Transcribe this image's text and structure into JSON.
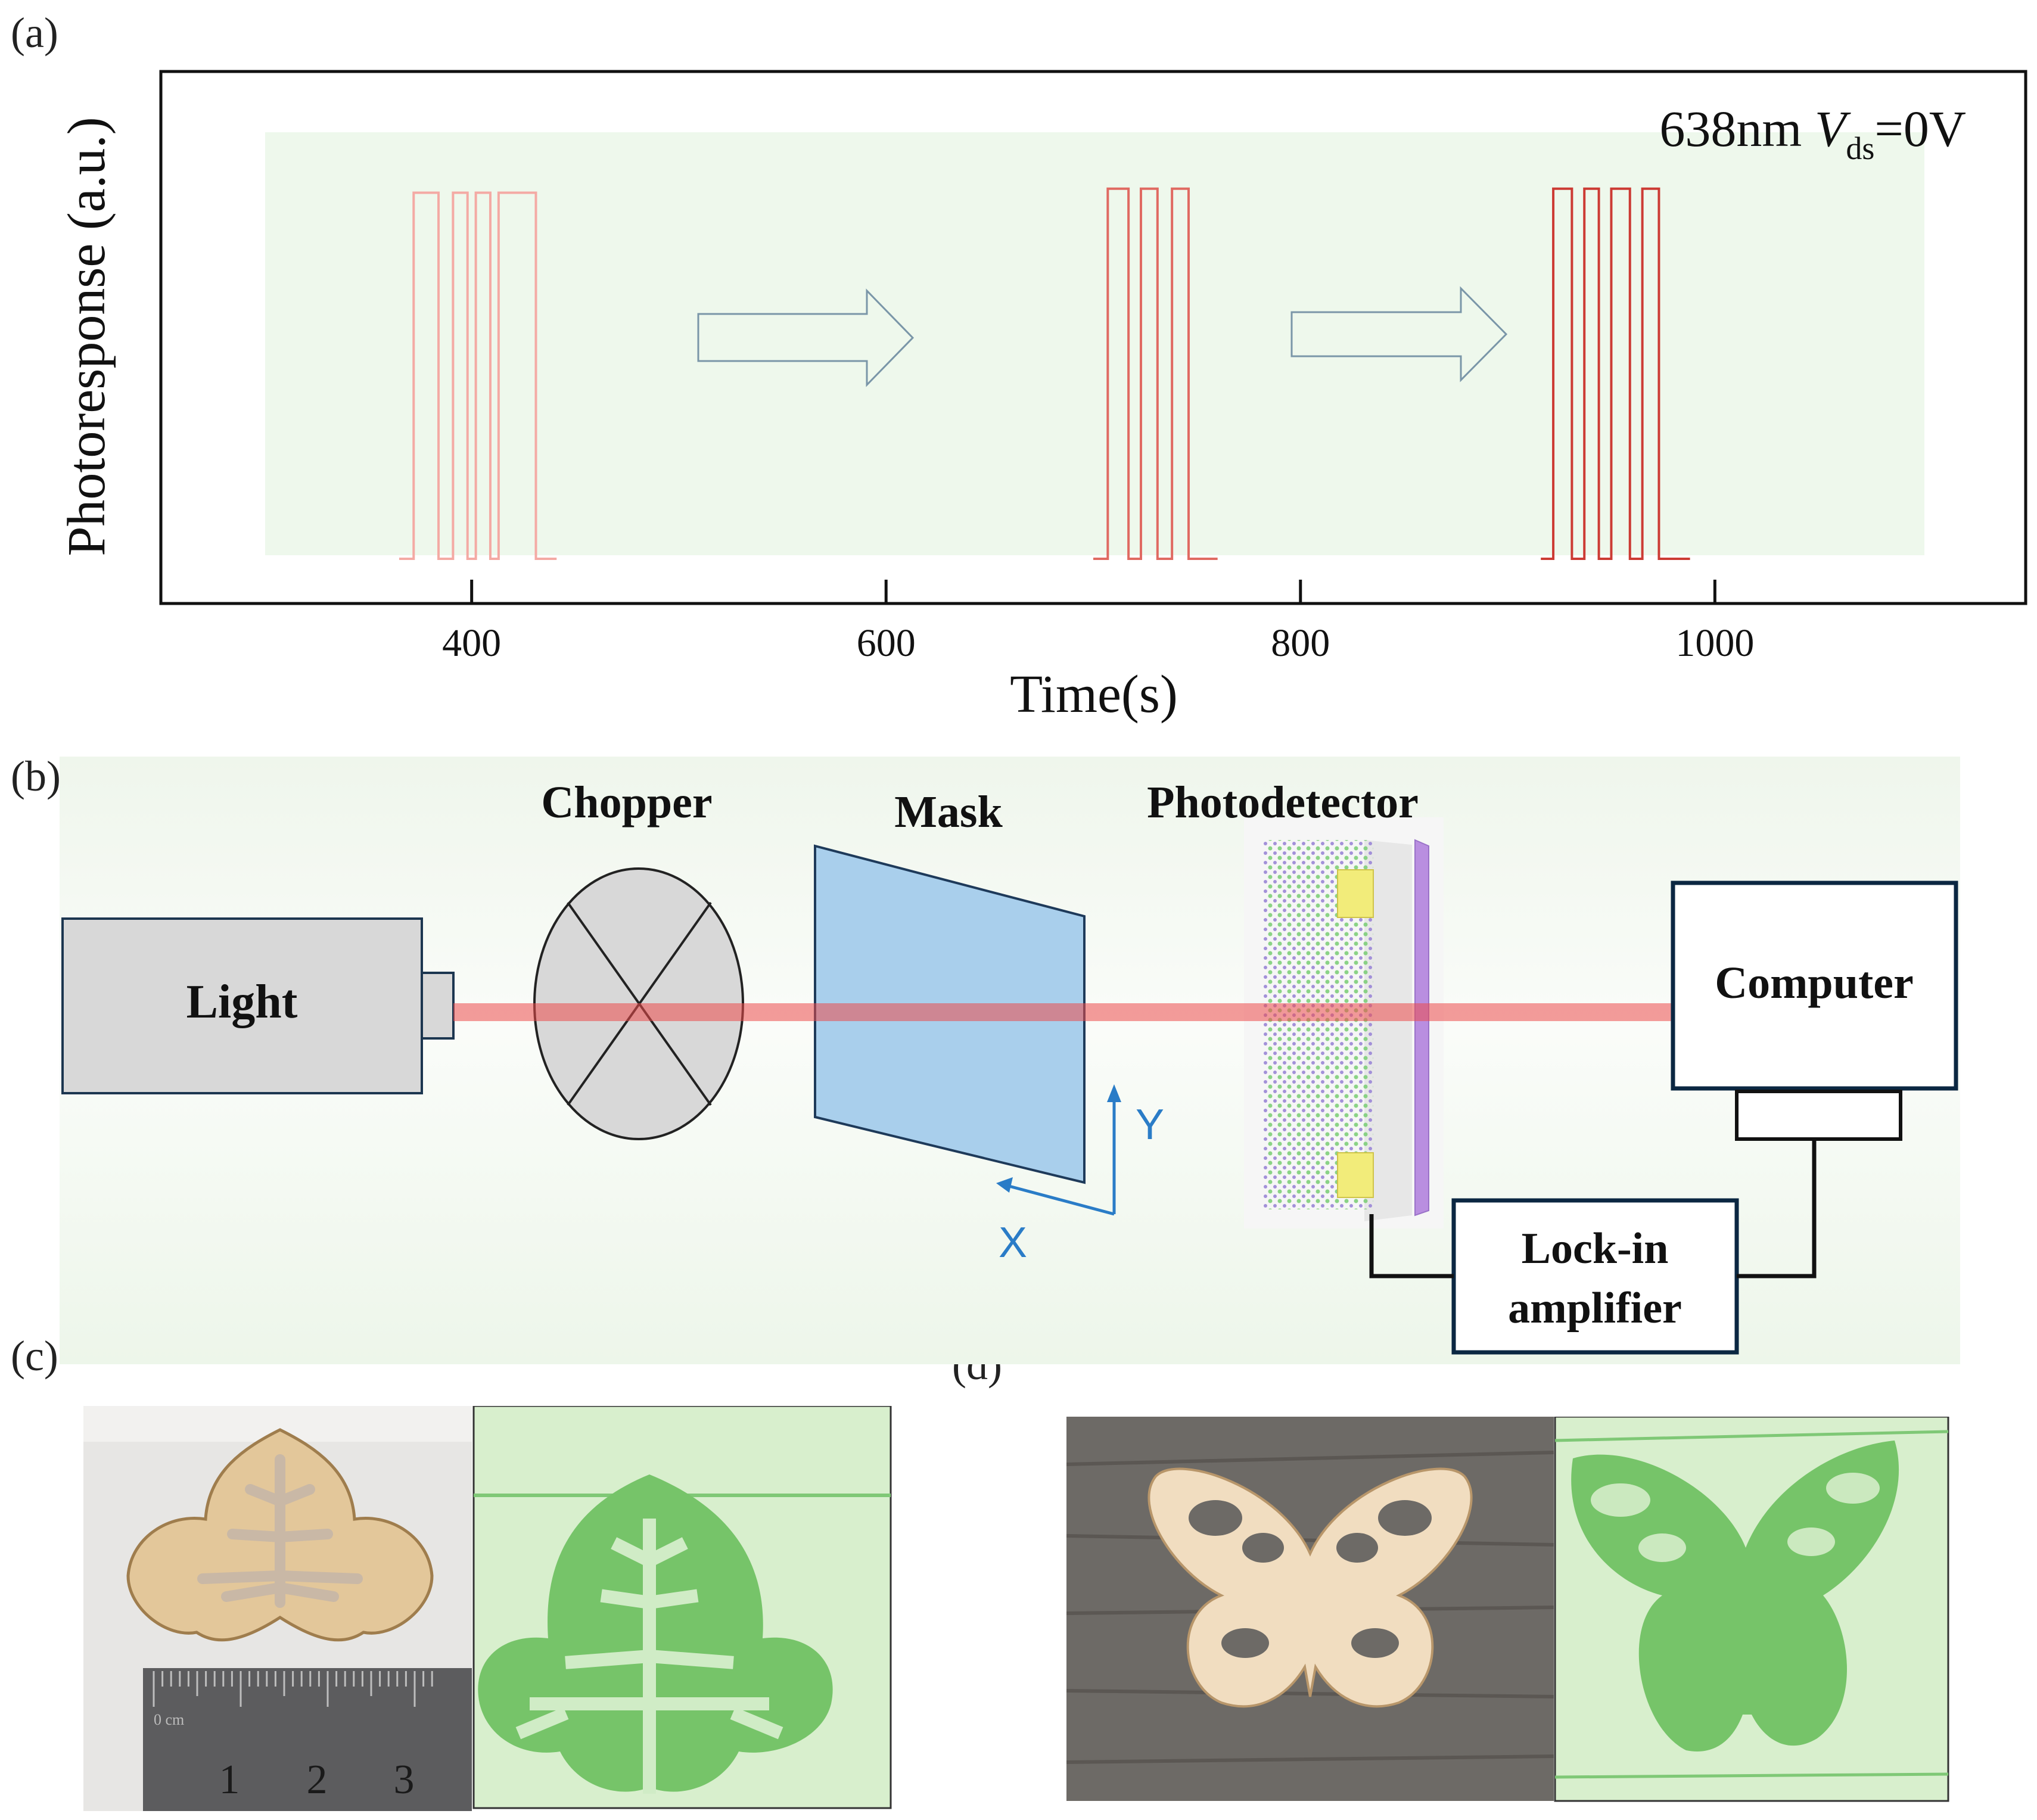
{
  "panels": {
    "a": "(a)",
    "b": "(b)",
    "c": "(c)",
    "d": "(d)"
  },
  "chart_data": {
    "type": "line",
    "title": "",
    "xlabel": "Time(s)",
    "ylabel": "Photoresponse (a.u.)",
    "annotation": {
      "prefix": "638nm ",
      "v": "V",
      "sub": "ds",
      "suffix": "=0V"
    },
    "xlim": [
      250,
      1150
    ],
    "ylim": [
      0,
      1
    ],
    "xticks": [
      "400",
      "600",
      "800",
      "1000"
    ],
    "xtick_values": [
      400,
      600,
      800,
      1000
    ],
    "grid": false,
    "legend": "none",
    "colors": {
      "background": "#eef8ec",
      "axis": "#111111",
      "arrow": "#7a96a8"
    },
    "series": [
      {
        "color": "#f4aaa4",
        "stroke_width": 4,
        "x": [
          365,
          372,
          372,
          377,
          377,
          384,
          384,
          391,
          391,
          393,
          393,
          398,
          398,
          402,
          402,
          409,
          409,
          413,
          413,
          421,
          421,
          426,
          426,
          431,
          431,
          441
        ],
        "y": [
          0,
          0,
          0.92,
          0.92,
          0.92,
          0.92,
          0,
          0,
          0.92,
          0.92,
          0.92,
          0.92,
          0,
          0,
          0.92,
          0.92,
          0,
          0,
          0.92,
          0.92,
          0.92,
          0.92,
          0.92,
          0.92,
          0,
          0
        ]
      },
      {
        "color": "#e06a62",
        "stroke_width": 4,
        "x": [
          700,
          707,
          707,
          717,
          717,
          723,
          723,
          731,
          731,
          738,
          738,
          746,
          746,
          753,
          753,
          760
        ],
        "y": [
          0,
          0,
          0.93,
          0.93,
          0,
          0,
          0.93,
          0.93,
          0,
          0,
          0.93,
          0.93,
          0,
          0,
          0,
          0
        ]
      },
      {
        "color": "#cc3b34",
        "stroke_width": 4,
        "x": [
          916,
          922,
          922,
          931,
          931,
          937,
          937,
          944,
          944,
          950,
          950,
          959,
          959,
          965,
          965,
          973,
          973,
          981,
          981,
          988
        ],
        "y": [
          0,
          0,
          0.93,
          0.93,
          0,
          0,
          0.93,
          0.93,
          0,
          0,
          0.93,
          0.93,
          0,
          0,
          0.93,
          0.93,
          0,
          0,
          0,
          0
        ]
      }
    ]
  },
  "diagram": {
    "light": "Light",
    "chopper": "Chopper",
    "mask": "Mask",
    "photodetector": "Photodetector",
    "computer": "Computer",
    "lockin_line1": "Lock-in",
    "lockin_line2": "amplifier",
    "axis_x": "X",
    "axis_y": "Y",
    "colors": {
      "beam": "#ec4a4a",
      "mask": "#a9cfec",
      "box_border": "#0b2742",
      "axis_arrows": "#2a7cc7",
      "chopper_fill": "#d8d8d8",
      "light_fill": "#d8d8d8"
    }
  },
  "photo_c": {
    "ruler_numbers": [
      "1",
      "2",
      "3"
    ],
    "ruler_unit": "0 cm"
  },
  "colors": {
    "image_green": "#d8efcd",
    "shape_green": "#76c469"
  }
}
